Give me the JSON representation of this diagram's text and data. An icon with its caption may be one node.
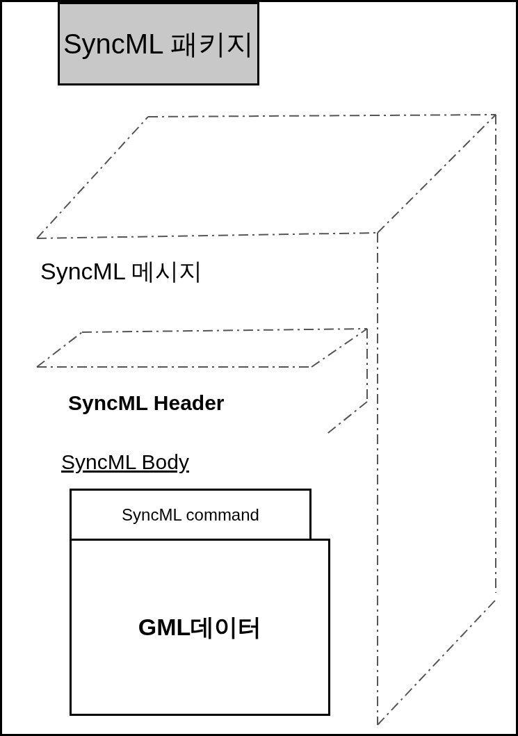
{
  "diagram": {
    "nodes": [
      {
        "text": [
          "SyncML 패키지"
        ]
      },
      {
        "text": [
          "SyncML 메시지"
        ],
        "in": 0
      },
      {
        "text": [
          "SyncML Header"
        ],
        "in": 1
      },
      {
        "text": [
          "SyncML Body"
        ],
        "in": 1
      },
      {
        "text": [
          "SyncML command",
          "GML데이터"
        ],
        "in": 3
      }
    ]
  }
}
